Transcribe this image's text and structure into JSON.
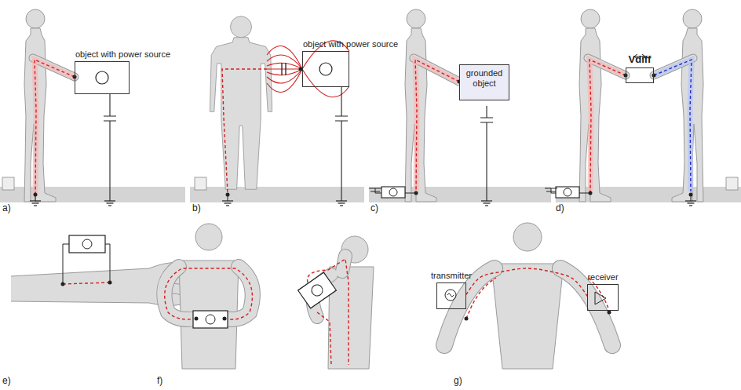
{
  "diagram": {
    "nodes": [
      {
        "text": [
          "object with power source"
        ]
      },
      {
        "text": [
          "object with power source"
        ]
      },
      {
        "text": [
          "grounded object"
        ]
      },
      {
        "text": [
          "Vdiff"
        ]
      },
      {
        "text": [
          "transmitter"
        ]
      },
      {
        "text": [
          "receiver"
        ]
      }
    ],
    "edges": [
      {
        "from": 4,
        "to": 5,
        "arrow": "none"
      }
    ],
    "labels": [
      "a)",
      "b)",
      "c)",
      "d)",
      "e)",
      "f)",
      "g)"
    ]
  }
}
